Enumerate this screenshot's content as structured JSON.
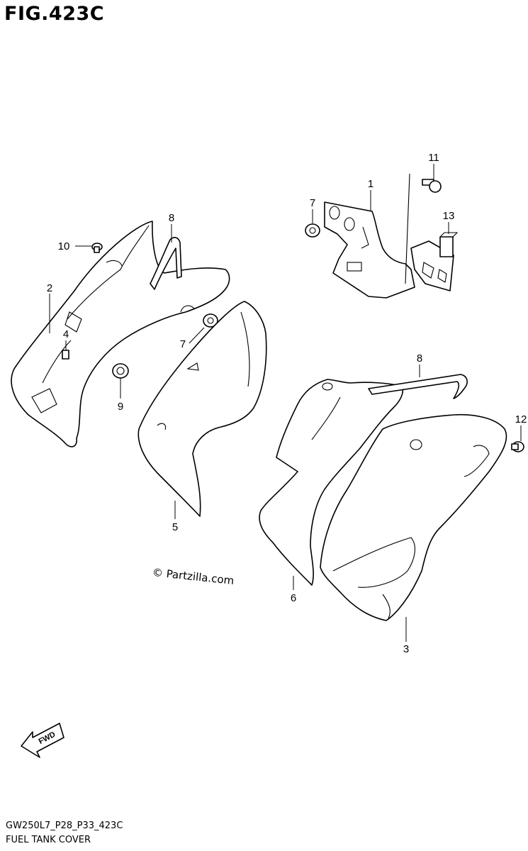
{
  "figure": {
    "title": "FIG.423C",
    "watermark": "© Partzilla.com",
    "code": "GW250L7_P28_P33_423C",
    "caption": "FUEL TANK COVER",
    "fwd_label": "FWD"
  },
  "callouts": [
    {
      "id": "c1",
      "label": "1"
    },
    {
      "id": "c2",
      "label": "2"
    },
    {
      "id": "c3",
      "label": "3"
    },
    {
      "id": "c4",
      "label": "4"
    },
    {
      "id": "c5",
      "label": "5"
    },
    {
      "id": "c6",
      "label": "6"
    },
    {
      "id": "c7a",
      "label": "7"
    },
    {
      "id": "c7b",
      "label": "7"
    },
    {
      "id": "c8a",
      "label": "8"
    },
    {
      "id": "c8b",
      "label": "8"
    },
    {
      "id": "c9",
      "label": "9"
    },
    {
      "id": "c10",
      "label": "10"
    },
    {
      "id": "c11",
      "label": "11"
    },
    {
      "id": "c12",
      "label": "12"
    },
    {
      "id": "c13",
      "label": "13"
    }
  ]
}
